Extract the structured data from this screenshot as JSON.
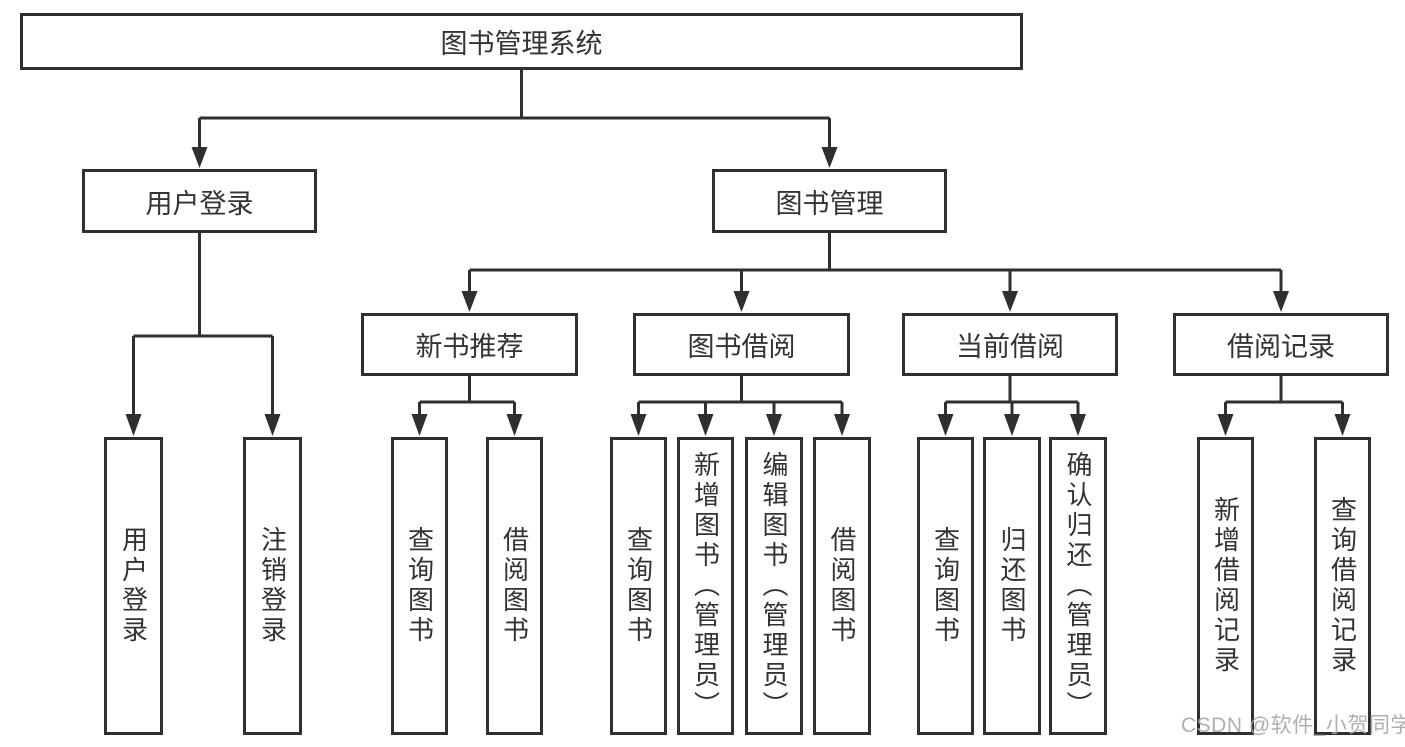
{
  "diagram": {
    "type": "tree",
    "title": "图书管理系统",
    "nodes": {
      "root": {
        "label": "图书管理系统"
      },
      "user_login": {
        "label": "用户登录"
      },
      "book_mgmt": {
        "label": "图书管理"
      },
      "new_book": {
        "label": "新书推荐"
      },
      "borrow": {
        "label": "图书借阅"
      },
      "current": {
        "label": "当前借阅"
      },
      "record": {
        "label": "借阅记录"
      },
      "leaf_login": {
        "label": "用户登录"
      },
      "leaf_logout": {
        "label": "注销登录"
      },
      "leaf_new_query": {
        "label": "查询图书"
      },
      "leaf_new_borrow": {
        "label": "借阅图书"
      },
      "leaf_bor_query": {
        "label": "查询图书"
      },
      "leaf_bor_add": {
        "label": "新增图书（管理员）"
      },
      "leaf_bor_edit": {
        "label": "编辑图书（管理员）"
      },
      "leaf_bor_borrow": {
        "label": "借阅图书"
      },
      "leaf_cur_query": {
        "label": "查询图书"
      },
      "leaf_cur_return": {
        "label": "归还图书"
      },
      "leaf_cur_confirm": {
        "label": "确认归还（管理员）"
      },
      "leaf_rec_add": {
        "label": "新增借阅记录"
      },
      "leaf_rec_query": {
        "label": "查询借阅记录"
      }
    },
    "hierarchy": {
      "root": [
        "user_login",
        "book_mgmt"
      ],
      "user_login": [
        "leaf_login",
        "leaf_logout"
      ],
      "book_mgmt": [
        "new_book",
        "borrow",
        "current",
        "record"
      ],
      "new_book": [
        "leaf_new_query",
        "leaf_new_borrow"
      ],
      "borrow": [
        "leaf_bor_query",
        "leaf_bor_add",
        "leaf_bor_edit",
        "leaf_bor_borrow"
      ],
      "current": [
        "leaf_cur_query",
        "leaf_cur_return",
        "leaf_cur_confirm"
      ],
      "record": [
        "leaf_rec_add",
        "leaf_rec_query"
      ]
    },
    "colors": {
      "background": "#ffffff",
      "box_border": "#2f2f2f",
      "line": "#2f2f2f",
      "text": "#333333",
      "watermark": "#a8a8a8"
    }
  },
  "watermark": {
    "text": "CSDN @软件_小贺同学"
  }
}
